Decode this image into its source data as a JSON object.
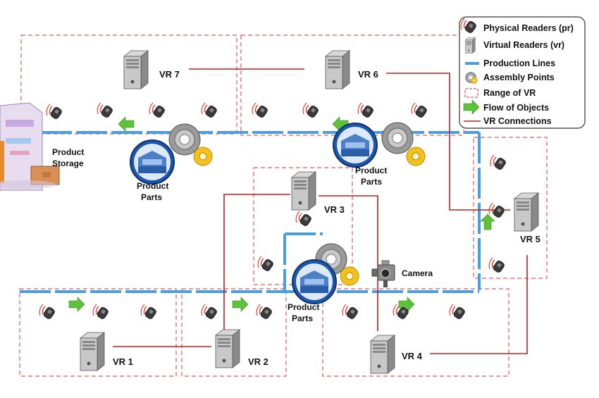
{
  "legend": {
    "physical_readers": "Physical Readers (pr)",
    "virtual_readers": "Virtual Readers (vr)",
    "production_lines": "Production Lines",
    "assembly_points": "Assembly Points",
    "range_of_vr": "Range of VR",
    "flow_of_objects": "Flow of Objects",
    "vr_connections": "VR Connections"
  },
  "servers": {
    "vr1": "VR 1",
    "vr2": "VR 2",
    "vr3": "VR 3",
    "vr4": "VR 4",
    "vr5": "VR 5",
    "vr6": "VR 6",
    "vr7": "VR 7"
  },
  "labels": {
    "product_storage_1": "Product",
    "product_storage_2": "Storage",
    "product_parts_1": "Product",
    "product_parts_2": "Parts",
    "camera": "Camera"
  },
  "colors": {
    "production_line": "#4a9ee0",
    "range": "#e05a5a",
    "connection": "#c41e1e",
    "flow_arrow": "#5cc23a",
    "gear_gray": "#9a9a9a",
    "gear_yellow": "#f2c21a"
  }
}
